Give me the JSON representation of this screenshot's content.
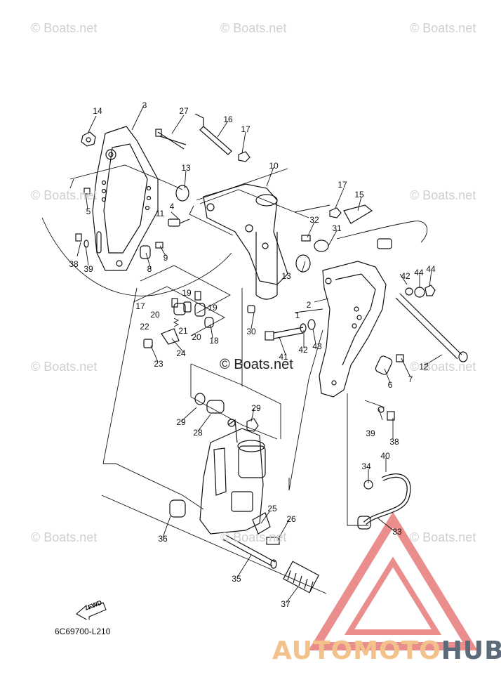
{
  "watermark": "© Boats.net",
  "diagram_code": "6C69700-L210",
  "fwd_label": "FWD",
  "logo": {
    "part1": "AUTOMOTO",
    "part2": "HUB"
  },
  "colors": {
    "logo_triangle": "#e77a7a",
    "logo_text_light": "#f3c28b",
    "logo_text_dark": "#5c6b79",
    "line": "#111111"
  },
  "callouts": {
    "c1": "1",
    "c2": "2",
    "c3": "3",
    "c4": "4",
    "c5": "5",
    "c6": "6",
    "c7": "7",
    "c8": "8",
    "c9": "9",
    "c10": "10",
    "c11": "11",
    "c12": "12",
    "c13a": "13",
    "c13b": "13",
    "c14": "14",
    "c15": "15",
    "c16": "16",
    "c17a": "17",
    "c17b": "17",
    "c17c": "17",
    "c18": "18",
    "c19a": "19",
    "c19b": "19",
    "c20a": "20",
    "c20b": "20",
    "c21": "21",
    "c22": "22",
    "c23": "23",
    "c24": "24",
    "c25": "25",
    "c26": "26",
    "c27": "27",
    "c28": "28",
    "c29a": "29",
    "c29b": "29",
    "c30": "30",
    "c31": "31",
    "c32": "32",
    "c33": "33",
    "c34": "34",
    "c35": "35",
    "c36": "36",
    "c37": "37",
    "c38a": "38",
    "c38b": "38",
    "c39a": "39",
    "c39b": "39",
    "c40": "40",
    "c41": "41",
    "c42a": "42",
    "c42b": "42",
    "c43": "43",
    "c44a": "44",
    "c44b": "44"
  }
}
